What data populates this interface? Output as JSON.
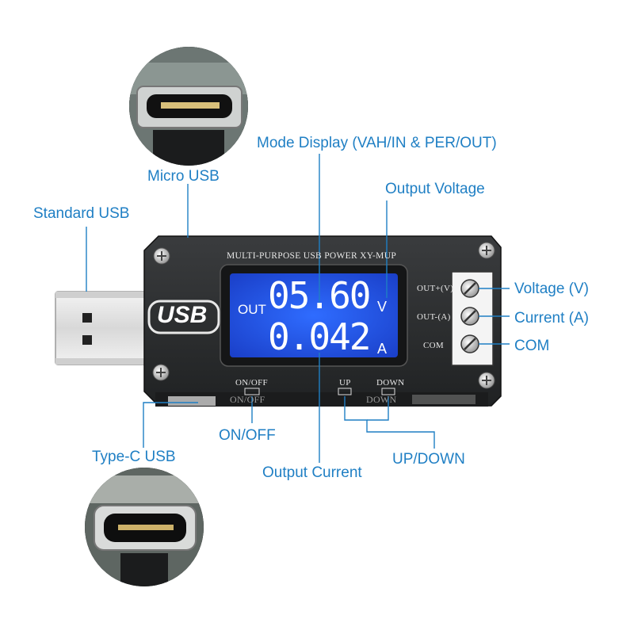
{
  "callouts": {
    "micro_usb": "Micro USB",
    "standard_usb": "Standard USB",
    "mode_display": "Mode Display (VAH/IN & PER/OUT)",
    "output_voltage": "Output Voltage",
    "voltage_v": "Voltage (V)",
    "current_a": "Current (A)",
    "com": "COM",
    "on_off": "ON/OFF",
    "type_c_usb": "Type-C USB",
    "up_down": "UP/DOWN",
    "output_current": "Output Current"
  },
  "board": {
    "title": "MULTI-PURPOSE USB POWER XY-MUP",
    "usb_logo": "USB",
    "out_plus": "OUT+(V)",
    "out_minus": "OUT-(A)",
    "com": "COM",
    "on_off": "ON/OFF",
    "up": "UP",
    "down": "DOWN",
    "silk_on_off": "ON/OFF",
    "silk_down": "DOWN"
  },
  "lcd": {
    "mode": "OUT",
    "voltage": "05.60",
    "voltage_unit": "V",
    "current": "0.042",
    "current_unit": "A"
  },
  "colors": {
    "callout": "#1f7fc4",
    "lcd": "#1e50e6",
    "pcb": "#2b2d2f"
  }
}
